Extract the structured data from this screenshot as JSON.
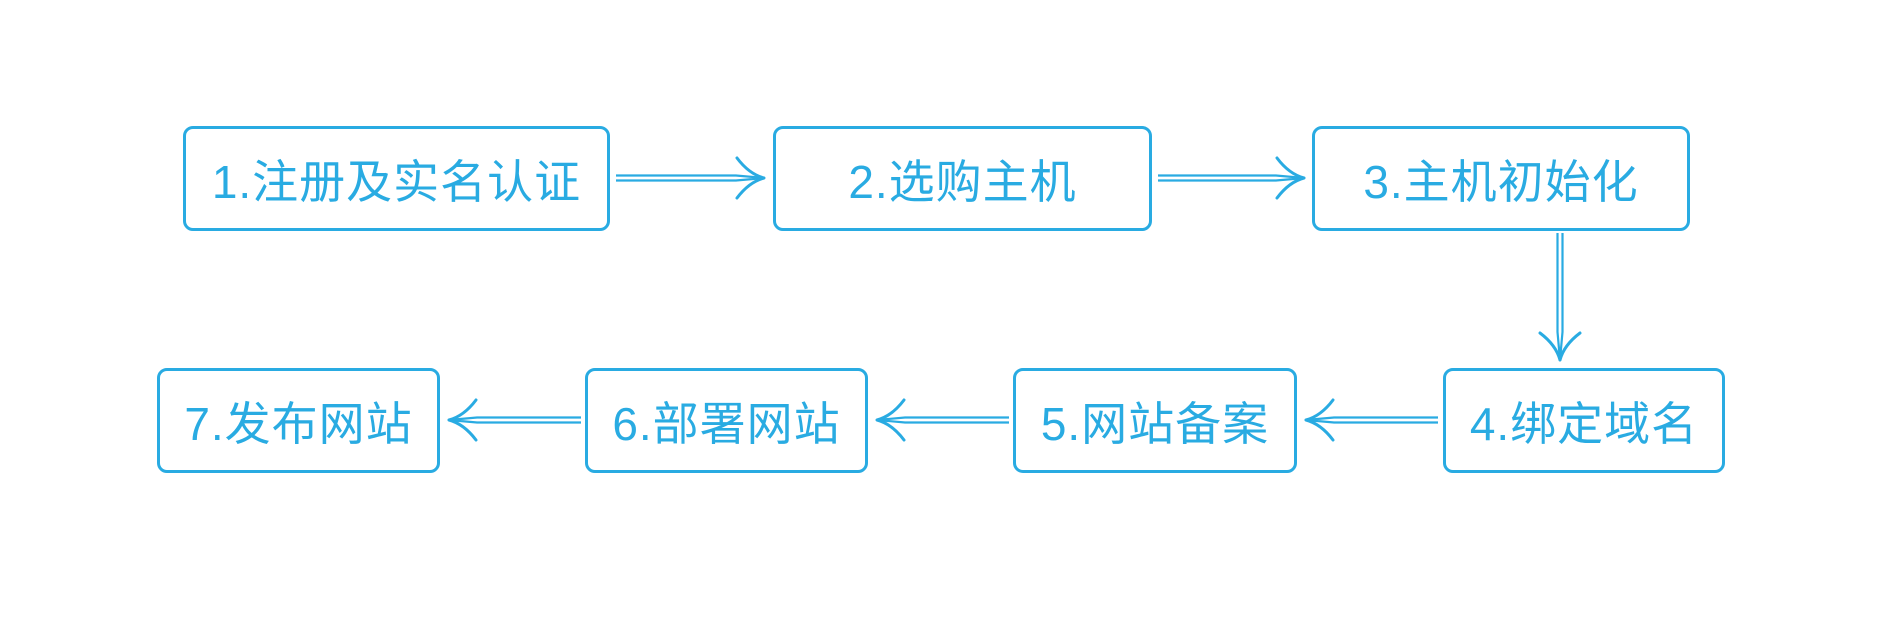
{
  "diagram": {
    "type": "flowchart",
    "colors": {
      "accent": "#29ABE2",
      "background": "#FFFFFF"
    },
    "nodes": [
      {
        "id": 1,
        "label": "1.注册及实名认证"
      },
      {
        "id": 2,
        "label": "2.选购主机"
      },
      {
        "id": 3,
        "label": "3.主机初始化"
      },
      {
        "id": 4,
        "label": "4.绑定域名"
      },
      {
        "id": 5,
        "label": "5.网站备案"
      },
      {
        "id": 6,
        "label": "6.部署网站"
      },
      {
        "id": 7,
        "label": "7.发布网站"
      }
    ],
    "edges": [
      {
        "from": 1,
        "to": 2,
        "direction": "right"
      },
      {
        "from": 2,
        "to": 3,
        "direction": "right"
      },
      {
        "from": 3,
        "to": 4,
        "direction": "down"
      },
      {
        "from": 4,
        "to": 5,
        "direction": "left"
      },
      {
        "from": 5,
        "to": 6,
        "direction": "left"
      },
      {
        "from": 6,
        "to": 7,
        "direction": "left"
      }
    ]
  }
}
